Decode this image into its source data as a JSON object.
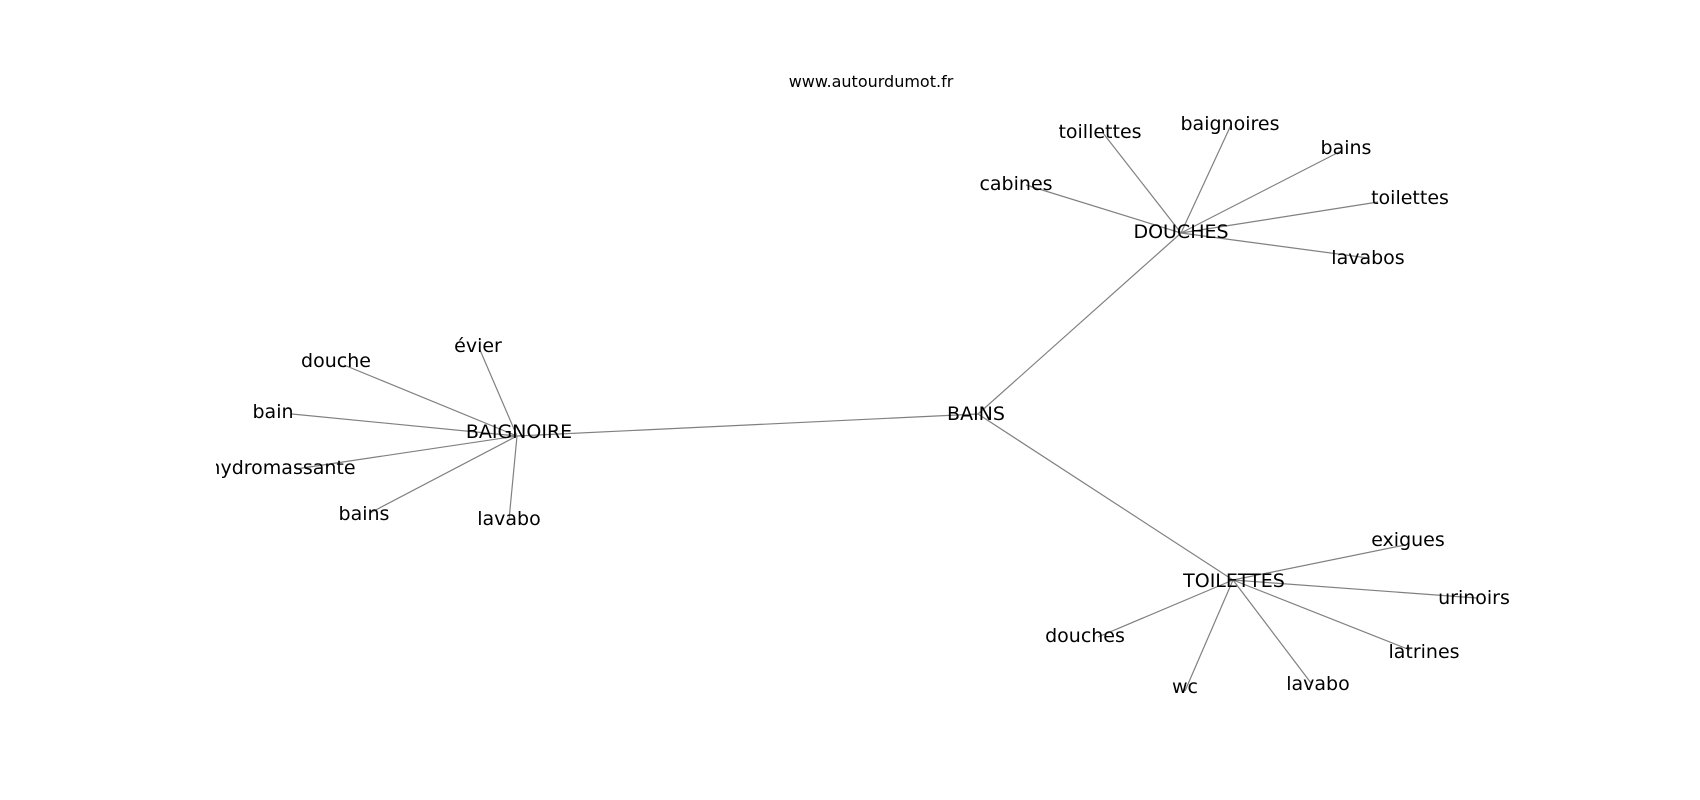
{
  "source_text": "www.autourdumot.fr",
  "graph": {
    "center": "BAINS",
    "hubs": [
      {
        "label": "DOUCHES",
        "neighbors": [
          "cabines",
          "toillettes",
          "baignoires",
          "bains",
          "toilettes",
          "lavabos"
        ]
      },
      {
        "label": "BAIGNOIRE",
        "neighbors": [
          "douche",
          "évier",
          "bain",
          "hydromassante",
          "bains",
          "lavabo"
        ]
      },
      {
        "label": "TOILETTES",
        "neighbors": [
          "exigues",
          "urinoirs",
          "latrines",
          "lavabo",
          "wc",
          "douches"
        ]
      }
    ]
  },
  "colors": {
    "edge": "#808080",
    "text": "#000000",
    "background": "#ffffff"
  }
}
